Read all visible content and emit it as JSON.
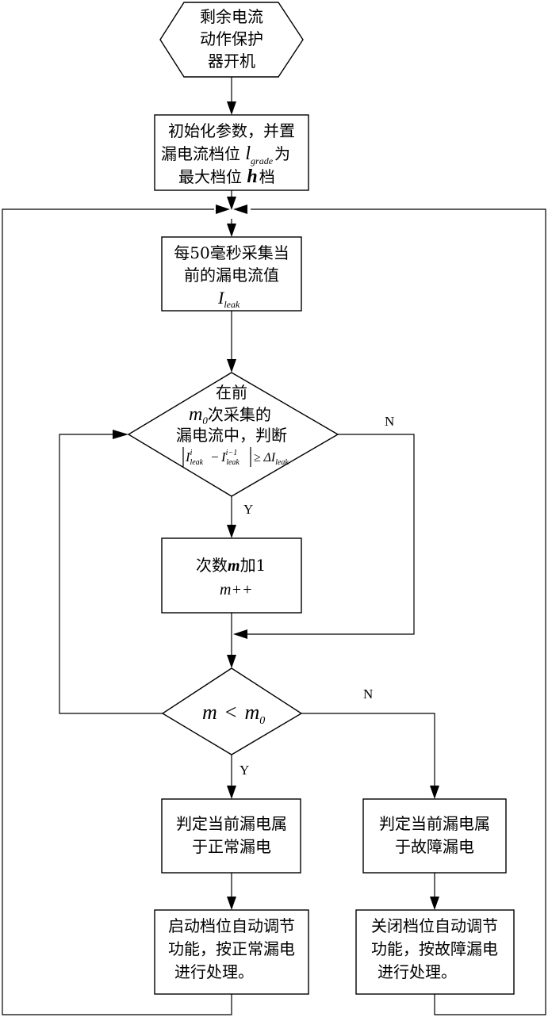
{
  "start": {
    "lines": [
      "剩余电流",
      "动作保护",
      "器开机"
    ]
  },
  "init": {
    "line1": "初始化参数，并置",
    "line2_prefix": "漏电流档位 ",
    "line2_var": "l",
    "line2_sub": "grade",
    "line2_suffix": "为",
    "line3_prefix": "最大档位 ",
    "line3_var": "h",
    "line3_suffix": "档"
  },
  "sample": {
    "line1": "每50毫秒采集当",
    "line2": "前的漏电流值",
    "var": "I",
    "sub": "leak"
  },
  "decision1": {
    "line1": "在前",
    "line2_var": "m",
    "line2_sub": "0",
    "line2_text": "次采集的",
    "line3": "漏电流中，判断",
    "formula_I": "I",
    "formula_sup1": "i",
    "formula_sub": "leak",
    "formula_minus": "−",
    "formula_sup2": "i−1",
    "formula_geq": "≥ Δ",
    "formula_sub2": "leak"
  },
  "count": {
    "line1_prefix": "次数",
    "line1_var": "m",
    "line1_suffix": "加1",
    "line2": "m++"
  },
  "decision2": {
    "var1": "m",
    "op": "<",
    "var2": "m",
    "sub": "0"
  },
  "normal": {
    "lines": [
      "判定当前漏电属",
      "于正常漏电"
    ]
  },
  "fault": {
    "lines": [
      "判定当前漏电属",
      "于故障漏电"
    ]
  },
  "normal_action": {
    "lines": [
      "启动档位自动调节",
      "功能，按正常漏电",
      "进行处理。"
    ]
  },
  "fault_action": {
    "lines": [
      "关闭档位自动调节",
      "功能，按故障漏电",
      "进行处理。"
    ]
  },
  "labels": {
    "yes": "Y",
    "no": "N"
  }
}
